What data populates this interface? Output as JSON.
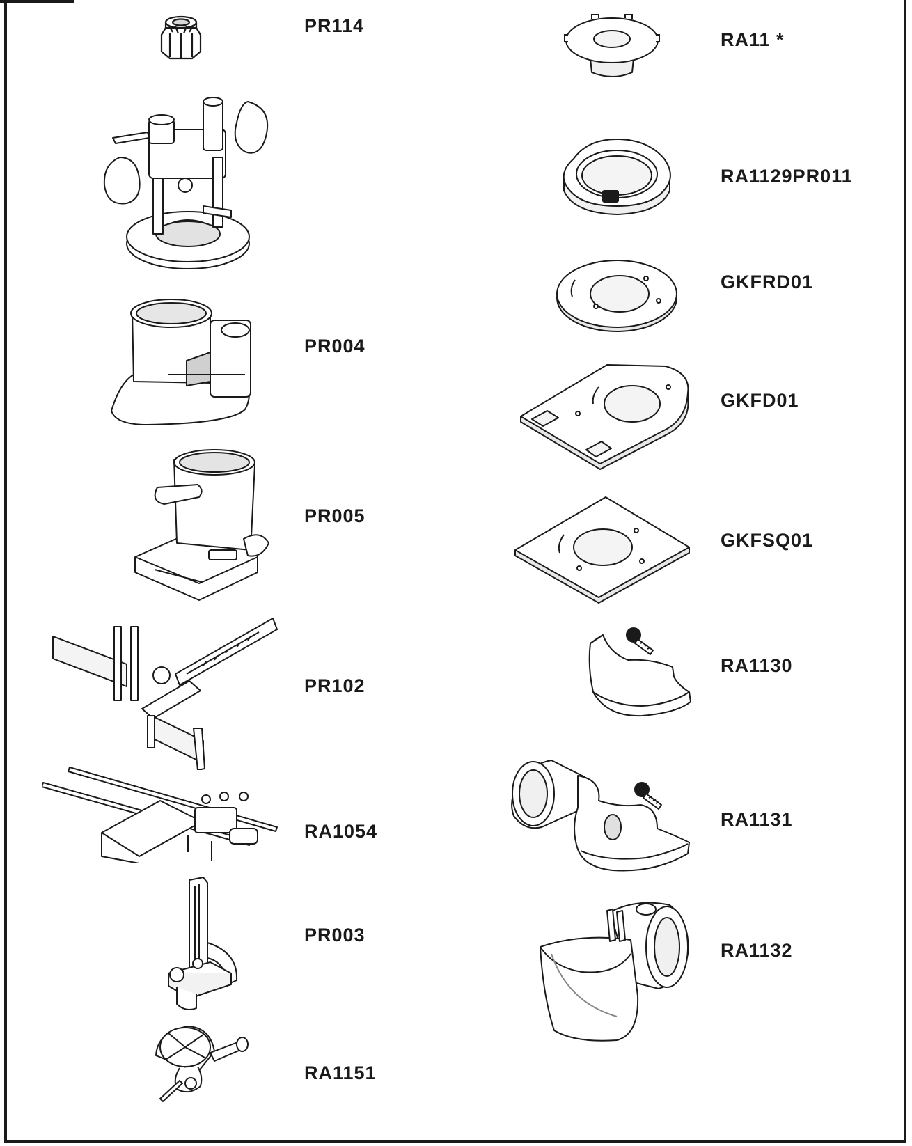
{
  "parts_left": [
    {
      "code": "PR114",
      "icon": "collet-nut-icon"
    },
    {
      "code": "PR004",
      "icon": "fixed-base-icon"
    },
    {
      "code": "PR005",
      "icon": "tilt-base-icon"
    },
    {
      "code": "PR102",
      "icon": "edge-guide-icon"
    },
    {
      "code": "RA1054",
      "icon": "deluxe-edge-guide-icon"
    },
    {
      "code": "PR003",
      "icon": "trim-guide-icon"
    },
    {
      "code": "RA1151",
      "icon": "centering-cone-icon"
    }
  ],
  "parts_right": [
    {
      "code": "RA11 *",
      "icon": "template-adapter-icon"
    },
    {
      "code": "RA1129PR011",
      "icon": "adapter-ring-icon"
    },
    {
      "code": "GKFRD01",
      "icon": "round-subbase-icon"
    },
    {
      "code": "GKFD01",
      "icon": "d-shaped-subbase-icon"
    },
    {
      "code": "GKFSQ01",
      "icon": "square-subbase-icon"
    },
    {
      "code": "RA1130",
      "icon": "dust-shroud-icon"
    },
    {
      "code": "RA1131",
      "icon": "dust-hood-icon"
    },
    {
      "code": "RA1132",
      "icon": "dust-extraction-hood-icon"
    }
  ],
  "plunge_base_icon": "plunge-base-icon"
}
